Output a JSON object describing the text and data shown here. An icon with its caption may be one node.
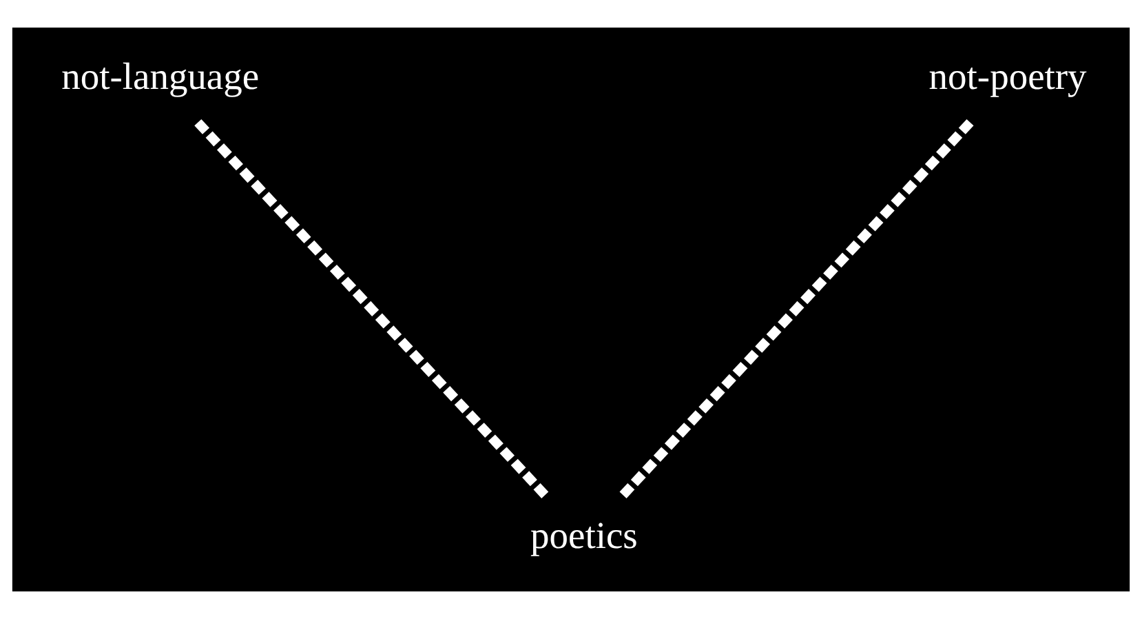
{
  "diagram": {
    "nodes": [
      {
        "text": [
          "not-language"
        ]
      },
      {
        "text": [
          "not-poetry"
        ]
      },
      {
        "text": [
          "poetics"
        ]
      }
    ],
    "edges": [
      {
        "from": 0,
        "to": 2,
        "arrow": "none",
        "style": "dashed"
      },
      {
        "from": 1,
        "to": 2,
        "arrow": "none",
        "style": "dashed"
      }
    ]
  }
}
